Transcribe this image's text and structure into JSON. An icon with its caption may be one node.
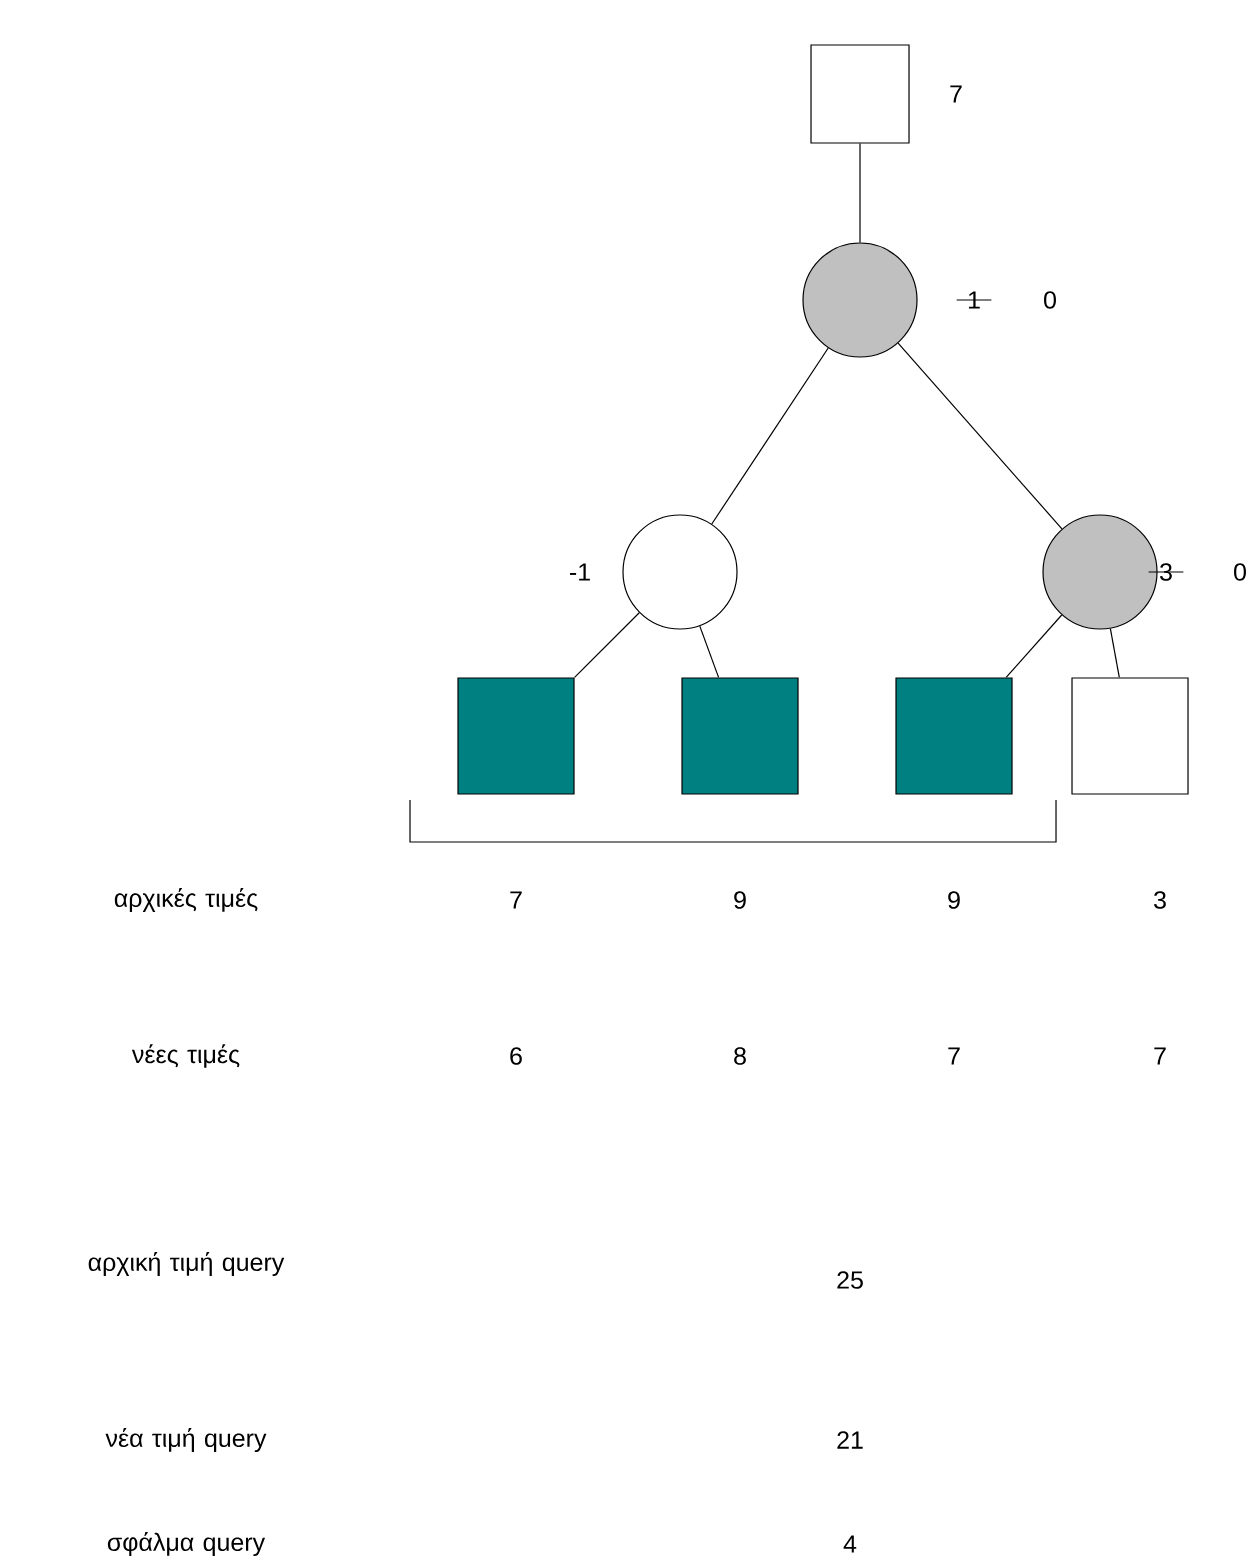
{
  "diagram": {
    "nodes": [
      {
        "text": [],
        "shape": "box",
        "beside": [
          "7"
        ]
      },
      {
        "text": [],
        "shape": "circle",
        "beside": [
          "1",
          "0"
        ]
      },
      {
        "text": [],
        "shape": "circle",
        "beside": [
          "-1"
        ]
      },
      {
        "text": [],
        "shape": "circle",
        "beside": [
          "3",
          "0"
        ]
      },
      {
        "text": [],
        "shape": "box"
      },
      {
        "text": [],
        "shape": "box"
      },
      {
        "text": [],
        "shape": "box"
      },
      {
        "text": [],
        "shape": "box"
      }
    ],
    "edges": [
      {
        "from": 0,
        "to": 1,
        "arrow": "none"
      },
      {
        "from": 1,
        "to": 2,
        "arrow": "none"
      },
      {
        "from": 1,
        "to": 3,
        "arrow": "none"
      },
      {
        "from": 2,
        "to": 4,
        "arrow": "none"
      },
      {
        "from": 2,
        "to": 5,
        "arrow": "none"
      },
      {
        "from": 3,
        "to": 6,
        "arrow": "none"
      },
      {
        "from": 3,
        "to": 7,
        "arrow": "none"
      }
    ],
    "labels": [
      "αρχικές τιμές",
      "7",
      "9",
      "9",
      "3",
      "νέες τιμές",
      "6",
      "8",
      "7",
      "7",
      "αρχική τιμή query",
      "25",
      "νέα τιμή query",
      "21",
      "σφάλμα query",
      "4"
    ]
  }
}
